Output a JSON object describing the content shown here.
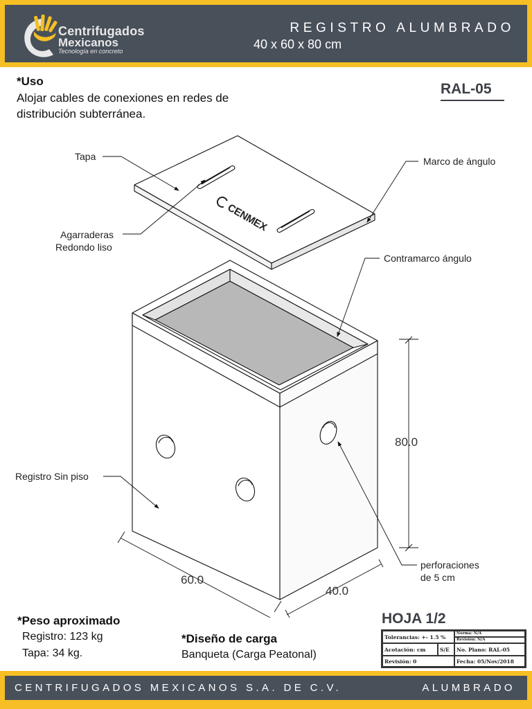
{
  "header": {
    "brand_line1": "Centrifugados",
    "brand_line2": "Mexicanos",
    "brand_tagline": "Tecnología en concreto",
    "title": "REGISTRO ALUMBRADO",
    "subtitle": "40 x 60 x 80 cm"
  },
  "uso": {
    "heading": "*Uso",
    "text": "Alojar cables de conexiones en redes de distribución subterránea."
  },
  "code": "RAL-05",
  "drawing": {
    "labels": {
      "tapa": "Tapa",
      "marco": "Marco de ángulo",
      "agarraderas_1": "Agarraderas",
      "agarraderas_2": "Redondo liso",
      "contramarco": "Contramarco ángulo",
      "registro": "Registro Sin piso",
      "perforaciones_1": "perforaciones",
      "perforaciones_2": "de 5 cm",
      "lid_brand": "CENMEX"
    },
    "dimensions": {
      "height": "80.0",
      "length": "60.0",
      "width": "40.0"
    }
  },
  "peso": {
    "heading": "*Peso aproximado",
    "registro": "Registro: 123 kg",
    "tapa": "Tapa: 34 kg."
  },
  "diseno": {
    "heading": "*Diseño de carga",
    "text": "Banqueta (Carga Peatonal)"
  },
  "sheet": {
    "hoja": "HOJA 1/2",
    "tolerancias": "Tolerancias: +- 1.5 %",
    "norma": "Norma:        N/A",
    "revision_n": "Revisión:      N/A",
    "acotacion": "Acotación: cm",
    "escala": "S/E",
    "no_plano": "No. Plano: RAL-05",
    "revision": "Revisión: 0",
    "fecha": "Fecha: 05/Nov/2018"
  },
  "footer": {
    "left": "CENTRIFUGADOS MEXICANOS S.A. DE C.V.",
    "right": "ALUMBRADO"
  },
  "colors": {
    "accent": "#f5bf25",
    "band": "#48505a",
    "title_text": "#3c4046"
  }
}
